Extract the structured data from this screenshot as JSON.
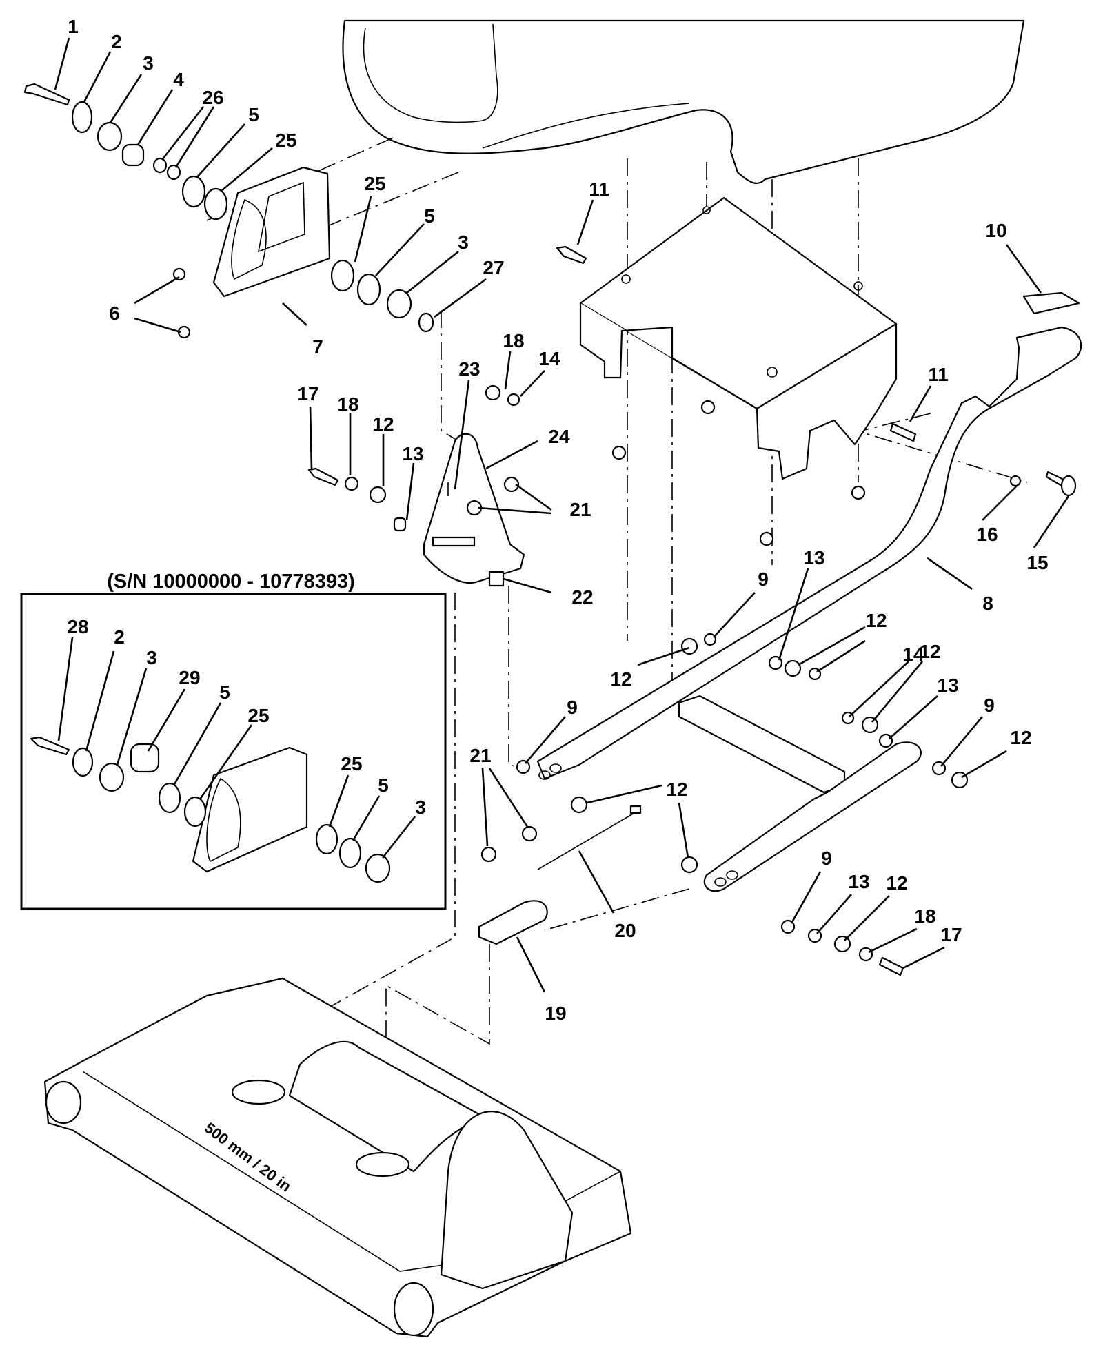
{
  "diagram": {
    "inset_title": "(S/N 10000000 -  10778393)",
    "deck_marking": "500 mm / 20 in",
    "callouts": [
      "1",
      "2",
      "3",
      "4",
      "26",
      "5",
      "25",
      "25",
      "5",
      "3",
      "27",
      "6",
      "7",
      "18",
      "14",
      "23",
      "17",
      "18",
      "12",
      "13",
      "24",
      "21",
      "22",
      "11",
      "11",
      "10",
      "16",
      "15",
      "8",
      "13",
      "9",
      "12",
      "12",
      "14",
      "12",
      "13",
      "9",
      "12",
      "9",
      "21",
      "12",
      "20",
      "19",
      "9",
      "13",
      "12",
      "18",
      "17",
      "28",
      "2",
      "3",
      "29",
      "5",
      "25",
      "25",
      "5",
      "3"
    ],
    "colors": {
      "line": "#000000",
      "background": "#ffffff"
    }
  }
}
